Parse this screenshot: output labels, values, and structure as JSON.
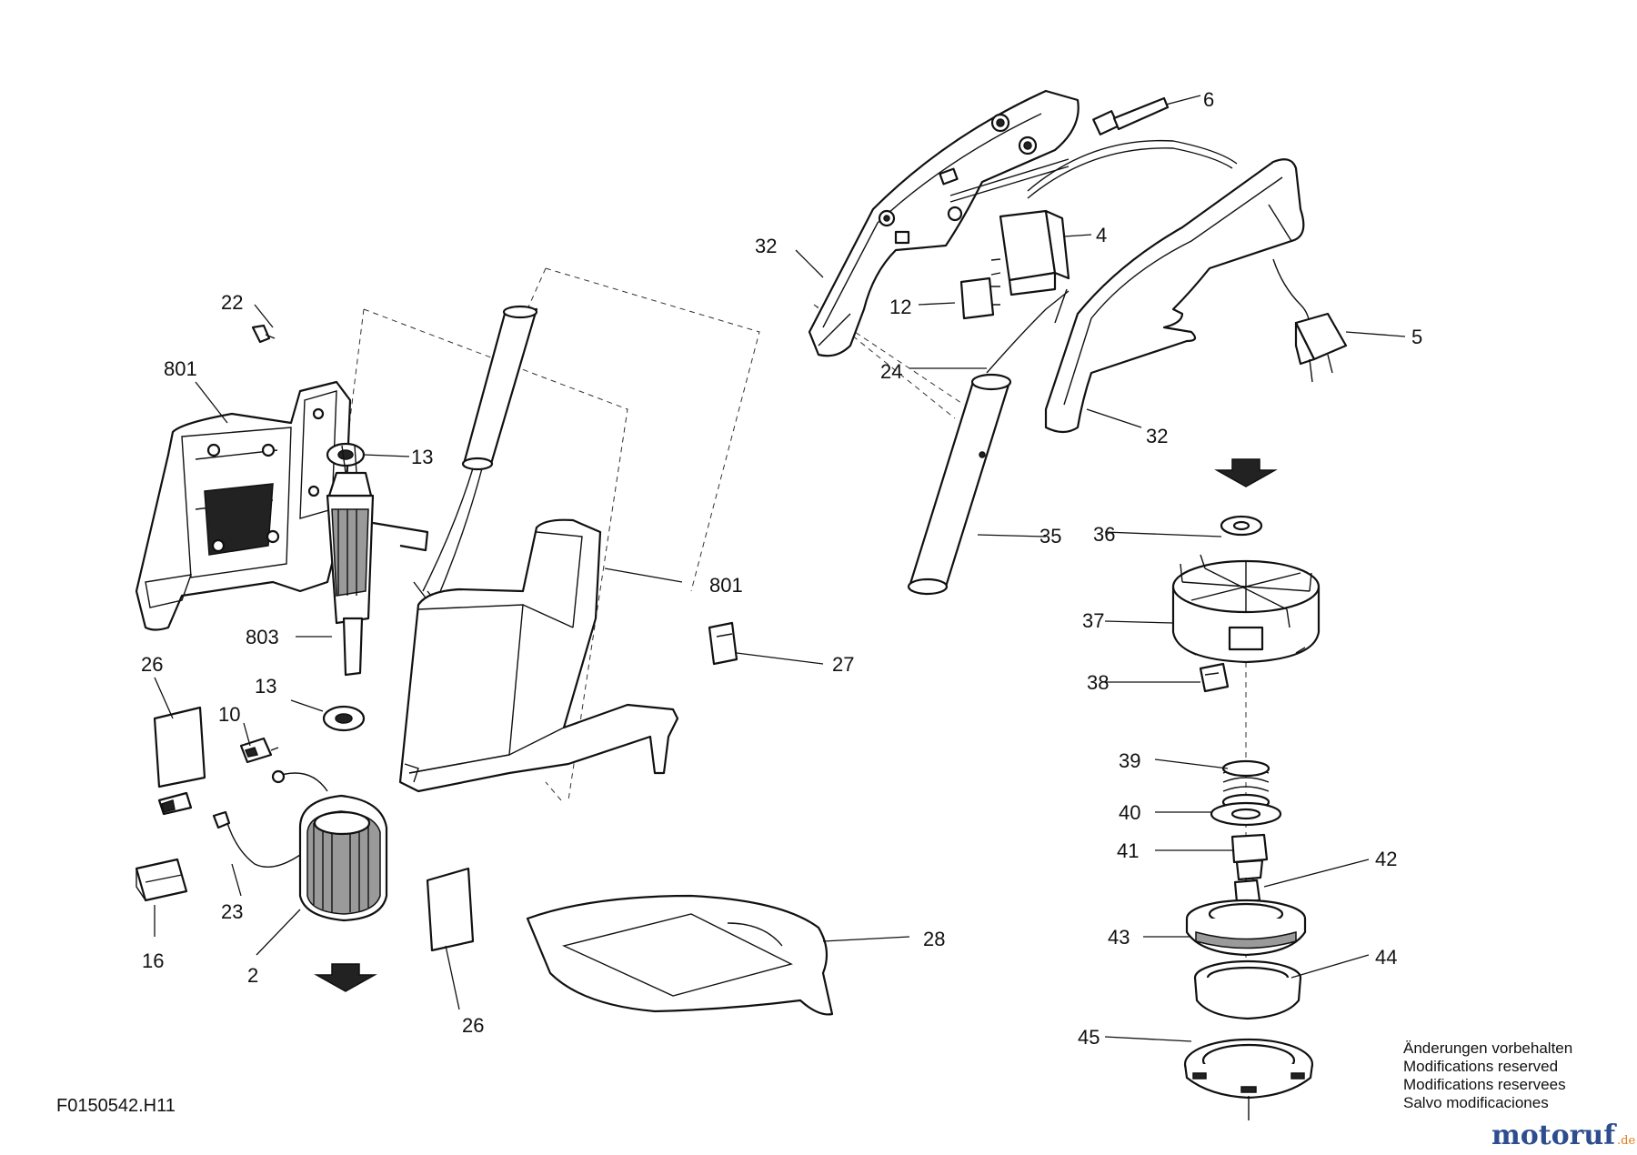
{
  "drawing_code": "F0150542.H11",
  "notice": [
    "Änderungen vorbehalten",
    "Modifications reserved",
    "Modifications reservees",
    "Salvo modificaciones"
  ],
  "watermark": {
    "text_main": "motoruf",
    "text_suffix": ".de",
    "color_main": "#2e4d8f",
    "color_dot": "#e07b1a"
  },
  "callouts": {
    "c6": "6",
    "c4": "4",
    "c5": "5",
    "c12": "12",
    "c24": "24",
    "c32a": "32",
    "c32b": "32",
    "c22": "22",
    "c801a": "801",
    "c801b": "801",
    "c13a": "13",
    "c13b": "13",
    "c803": "803",
    "c35": "35",
    "c36": "36",
    "c37": "37",
    "c38": "38",
    "c27": "27",
    "c26a": "26",
    "c26b": "26",
    "c10": "10",
    "c23": "23",
    "c16": "16",
    "c2": "2",
    "c28": "28",
    "c39": "39",
    "c40": "40",
    "c41": "41",
    "c42": "42",
    "c43": "43",
    "c44": "44",
    "c45": "45"
  }
}
